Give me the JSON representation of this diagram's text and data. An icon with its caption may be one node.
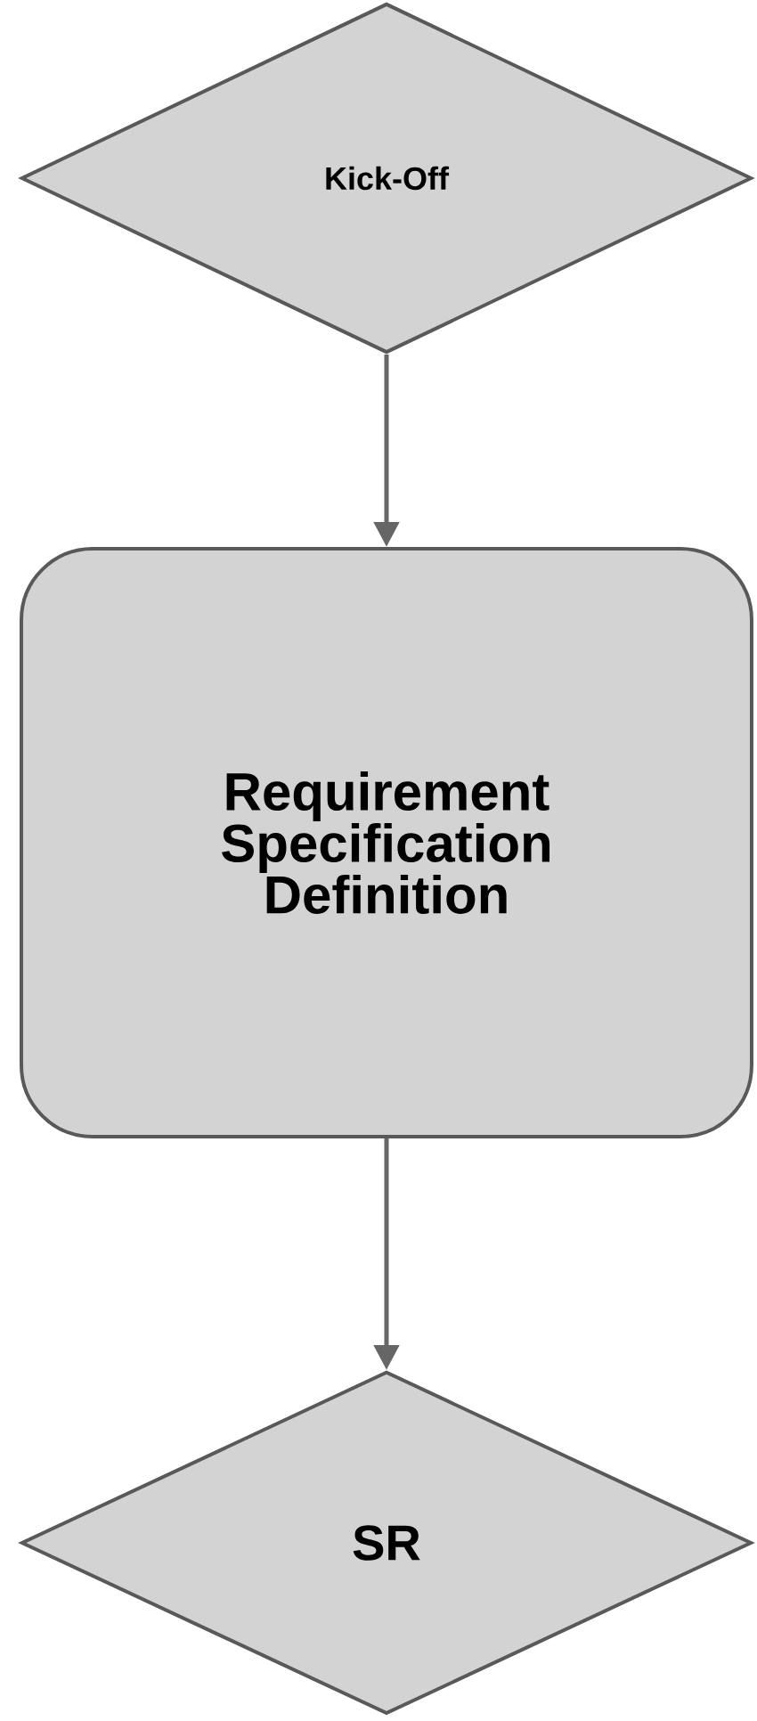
{
  "diagram": {
    "nodes": [
      {
        "text": [
          "Kick-Off"
        ]
      },
      {
        "text": [
          "Requirement Specification Definition"
        ]
      },
      {
        "text": [
          "SR"
        ]
      }
    ],
    "edges": [
      {
        "from": 0,
        "to": 1,
        "arrow": "to"
      },
      {
        "from": 1,
        "to": 2,
        "arrow": "to"
      }
    ]
  }
}
